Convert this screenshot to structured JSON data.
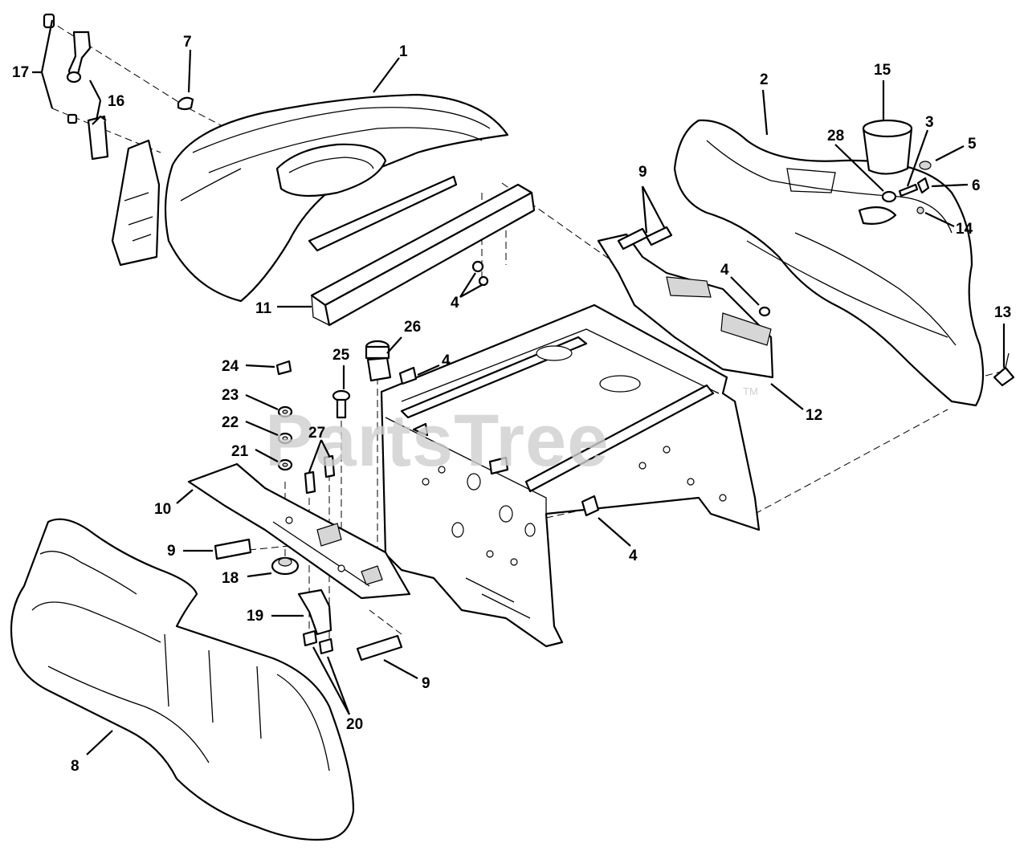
{
  "watermark": {
    "text": "PartsTree",
    "trademark": "TM"
  },
  "callouts": [
    {
      "id": "c1",
      "label": "1"
    },
    {
      "id": "c2",
      "label": "2"
    },
    {
      "id": "c3",
      "label": "3"
    },
    {
      "id": "c4a",
      "label": "4"
    },
    {
      "id": "c4b",
      "label": "4"
    },
    {
      "id": "c4c",
      "label": "4"
    },
    {
      "id": "c4d",
      "label": "4"
    },
    {
      "id": "c5",
      "label": "5"
    },
    {
      "id": "c6",
      "label": "6"
    },
    {
      "id": "c7",
      "label": "7"
    },
    {
      "id": "c8",
      "label": "8"
    },
    {
      "id": "c9a",
      "label": "9"
    },
    {
      "id": "c9b",
      "label": "9"
    },
    {
      "id": "c9c",
      "label": "9"
    },
    {
      "id": "c10",
      "label": "10"
    },
    {
      "id": "c11",
      "label": "11"
    },
    {
      "id": "c12",
      "label": "12"
    },
    {
      "id": "c13",
      "label": "13"
    },
    {
      "id": "c14",
      "label": "14"
    },
    {
      "id": "c15",
      "label": "15"
    },
    {
      "id": "c16",
      "label": "16"
    },
    {
      "id": "c17",
      "label": "17"
    },
    {
      "id": "c18",
      "label": "18"
    },
    {
      "id": "c19",
      "label": "19"
    },
    {
      "id": "c20",
      "label": "20"
    },
    {
      "id": "c21",
      "label": "21"
    },
    {
      "id": "c22",
      "label": "22"
    },
    {
      "id": "c23",
      "label": "23"
    },
    {
      "id": "c24",
      "label": "24"
    },
    {
      "id": "c25",
      "label": "25"
    },
    {
      "id": "c26",
      "label": "26"
    },
    {
      "id": "c27",
      "label": "27"
    },
    {
      "id": "c28",
      "label": "28"
    }
  ]
}
